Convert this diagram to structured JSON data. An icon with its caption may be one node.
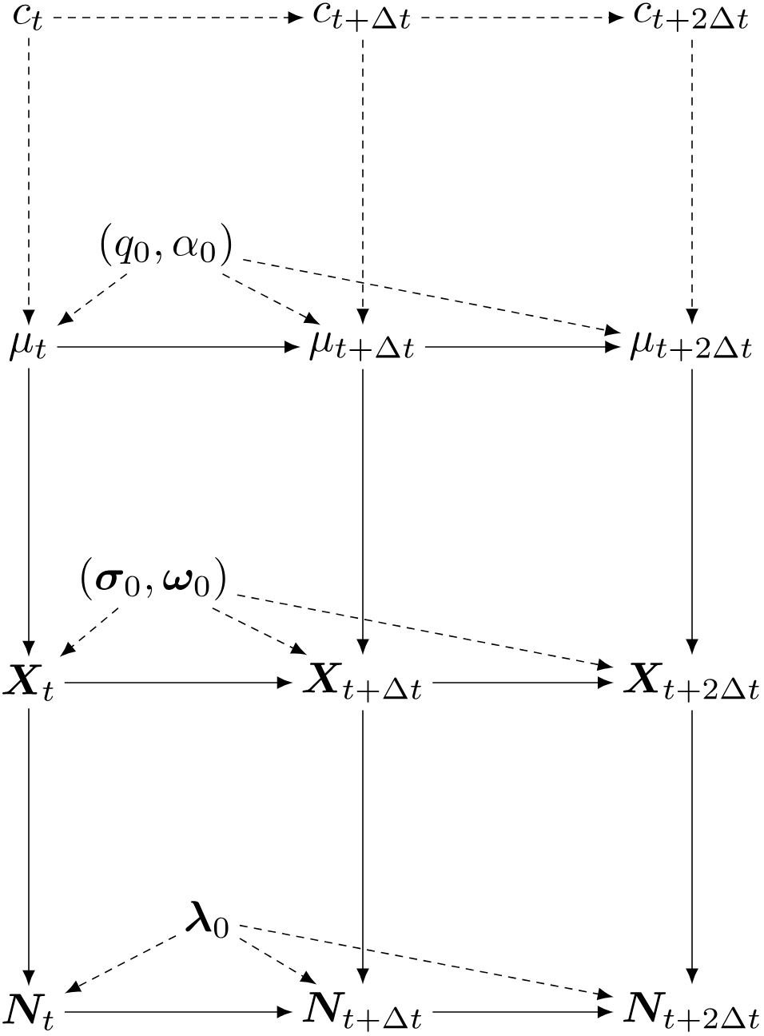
{
  "diagram": {
    "nodes": [
      {
        "text": [
          "c_{t}"
        ]
      },
      {
        "text": [
          "c_{t+\\Delta t}"
        ]
      },
      {
        "text": [
          "c_{t+2\\Delta t}"
        ]
      },
      {
        "text": [
          "(q_0, \\alpha_0)"
        ]
      },
      {
        "text": [
          "\\mu_{t}"
        ]
      },
      {
        "text": [
          "\\mu_{t+\\Delta t}"
        ]
      },
      {
        "text": [
          "\\mu_{t+2\\Delta t}"
        ]
      },
      {
        "text": [
          "(\\bm{\\sigma}_0, \\bm{\\omega}_0)"
        ]
      },
      {
        "text": [
          "\\bm{X}_{t}"
        ]
      },
      {
        "text": [
          "\\bm{X}_{t+\\Delta t}"
        ]
      },
      {
        "text": [
          "\\bm{X}_{t+2\\Delta t}"
        ]
      },
      {
        "text": [
          "\\bm{\\lambda}_0"
        ]
      },
      {
        "text": [
          "\\bm{N}_{t}"
        ]
      },
      {
        "text": [
          "\\bm{N}_{t+\\Delta t}"
        ]
      },
      {
        "text": [
          "\\bm{N}_{t+2\\Delta t}"
        ]
      }
    ],
    "edges": [
      {
        "from": 0,
        "to": 1,
        "arrow": "to",
        "style": "dashed"
      },
      {
        "from": 1,
        "to": 2,
        "arrow": "to",
        "style": "dashed"
      },
      {
        "from": 0,
        "to": 4,
        "arrow": "to",
        "style": "dashed"
      },
      {
        "from": 1,
        "to": 5,
        "arrow": "to",
        "style": "dashed"
      },
      {
        "from": 2,
        "to": 6,
        "arrow": "to",
        "style": "dashed"
      },
      {
        "from": 3,
        "to": 4,
        "arrow": "to",
        "style": "dashed"
      },
      {
        "from": 3,
        "to": 5,
        "arrow": "to",
        "style": "dashed"
      },
      {
        "from": 3,
        "to": 6,
        "arrow": "to",
        "style": "dashed"
      },
      {
        "from": 4,
        "to": 5,
        "arrow": "to"
      },
      {
        "from": 5,
        "to": 6,
        "arrow": "to"
      },
      {
        "from": 4,
        "to": 8,
        "arrow": "to"
      },
      {
        "from": 5,
        "to": 9,
        "arrow": "to"
      },
      {
        "from": 6,
        "to": 10,
        "arrow": "to"
      },
      {
        "from": 7,
        "to": 8,
        "arrow": "to",
        "style": "dashed"
      },
      {
        "from": 7,
        "to": 9,
        "arrow": "to",
        "style": "dashed"
      },
      {
        "from": 7,
        "to": 10,
        "arrow": "to",
        "style": "dashed"
      },
      {
        "from": 8,
        "to": 9,
        "arrow": "to"
      },
      {
        "from": 9,
        "to": 10,
        "arrow": "to"
      },
      {
        "from": 8,
        "to": 12,
        "arrow": "to"
      },
      {
        "from": 9,
        "to": 13,
        "arrow": "to"
      },
      {
        "from": 10,
        "to": 14,
        "arrow": "to"
      },
      {
        "from": 11,
        "to": 12,
        "arrow": "to",
        "style": "dashed"
      },
      {
        "from": 11,
        "to": 13,
        "arrow": "to",
        "style": "dashed"
      },
      {
        "from": 11,
        "to": 14,
        "arrow": "to",
        "style": "dashed"
      },
      {
        "from": 12,
        "to": 13,
        "arrow": "to"
      },
      {
        "from": 13,
        "to": 14,
        "arrow": "to"
      }
    ]
  }
}
